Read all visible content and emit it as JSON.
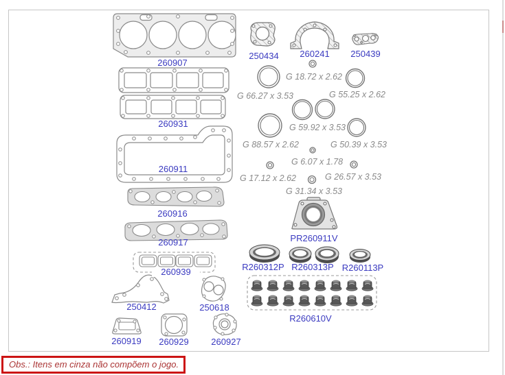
{
  "note": {
    "text": "Obs.: Itens em cinza não compõem o jogo."
  },
  "colors": {
    "part_number_blue": "#3a3ac0",
    "dimension_gray": "#8a8a8a",
    "note_border_red": "#cc1414",
    "note_text_red": "#aa3333"
  },
  "part_numbers": {
    "cylinder_head_gasket": "260907",
    "valve_cover_gaskets": "260931",
    "oil_pan_gasket": "260911",
    "intake_manifold_gasket": "260916",
    "exhaust_manifold_gasket": "260917",
    "port_plate_gaskets": "260939",
    "front_cover_gasket": "250434",
    "rear_arch_gasket": "260241",
    "small_triple_hole_gasket": "250439",
    "rear_main_plate_gasket": "250412",
    "twin_bore_gasket": "250618",
    "bracket_gasket": "260919",
    "throttle_body_gasket": "260929",
    "round_flange_gasket": "260927",
    "rear_seal_carrier": "PR260911V",
    "radial_seal_large": "R260312P",
    "radial_seal_medium": "R260313P",
    "radial_seal_small": "R260113P",
    "valve_stem_seal_set": "R260610V"
  },
  "dimension_rings": [
    {
      "label": "G 18.72 x 2.62"
    },
    {
      "label": "G 66.27 x 3.53"
    },
    {
      "label": "G 55.25 x 2.62"
    },
    {
      "label": "G 59.92 x 3.53"
    },
    {
      "label": "G 88.57 x 2.62"
    },
    {
      "label": "G 50.39 x 3.53"
    },
    {
      "label": "G 6.07 x 1.78"
    },
    {
      "label": "G 17.12 x 2.62"
    },
    {
      "label": "G 26.57 x 3.53"
    },
    {
      "label": "G 31.34 x 3.53"
    }
  ]
}
